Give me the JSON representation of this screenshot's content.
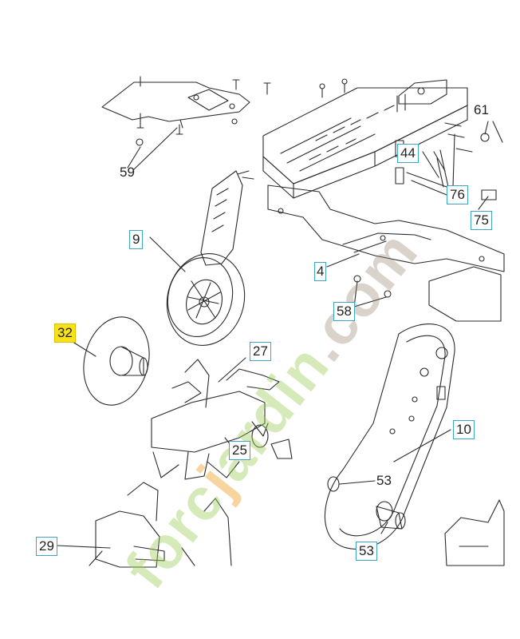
{
  "diagram": {
    "type": "exploded-parts-view",
    "callouts": [
      {
        "id": "32",
        "label": "32",
        "highlighted": true
      },
      {
        "id": "9",
        "label": "9"
      },
      {
        "id": "4",
        "label": "4"
      },
      {
        "id": "44",
        "label": "44"
      },
      {
        "id": "76",
        "label": "76"
      },
      {
        "id": "75",
        "label": "75"
      },
      {
        "id": "58",
        "label": "58"
      },
      {
        "id": "27",
        "label": "27"
      },
      {
        "id": "25",
        "label": "25"
      },
      {
        "id": "10",
        "label": "10"
      },
      {
        "id": "53b",
        "label": "53"
      },
      {
        "id": "29",
        "label": "29"
      }
    ],
    "plain_labels": [
      {
        "id": "59",
        "label": "59"
      },
      {
        "id": "61",
        "label": "61"
      },
      {
        "id": "53a",
        "label": "53"
      }
    ],
    "highlight_color": "#f7e21a",
    "callout_border_color": "#3aa6c8"
  },
  "watermark": {
    "parts": [
      "forc",
      "j",
      "ardin",
      ".",
      "com"
    ]
  }
}
